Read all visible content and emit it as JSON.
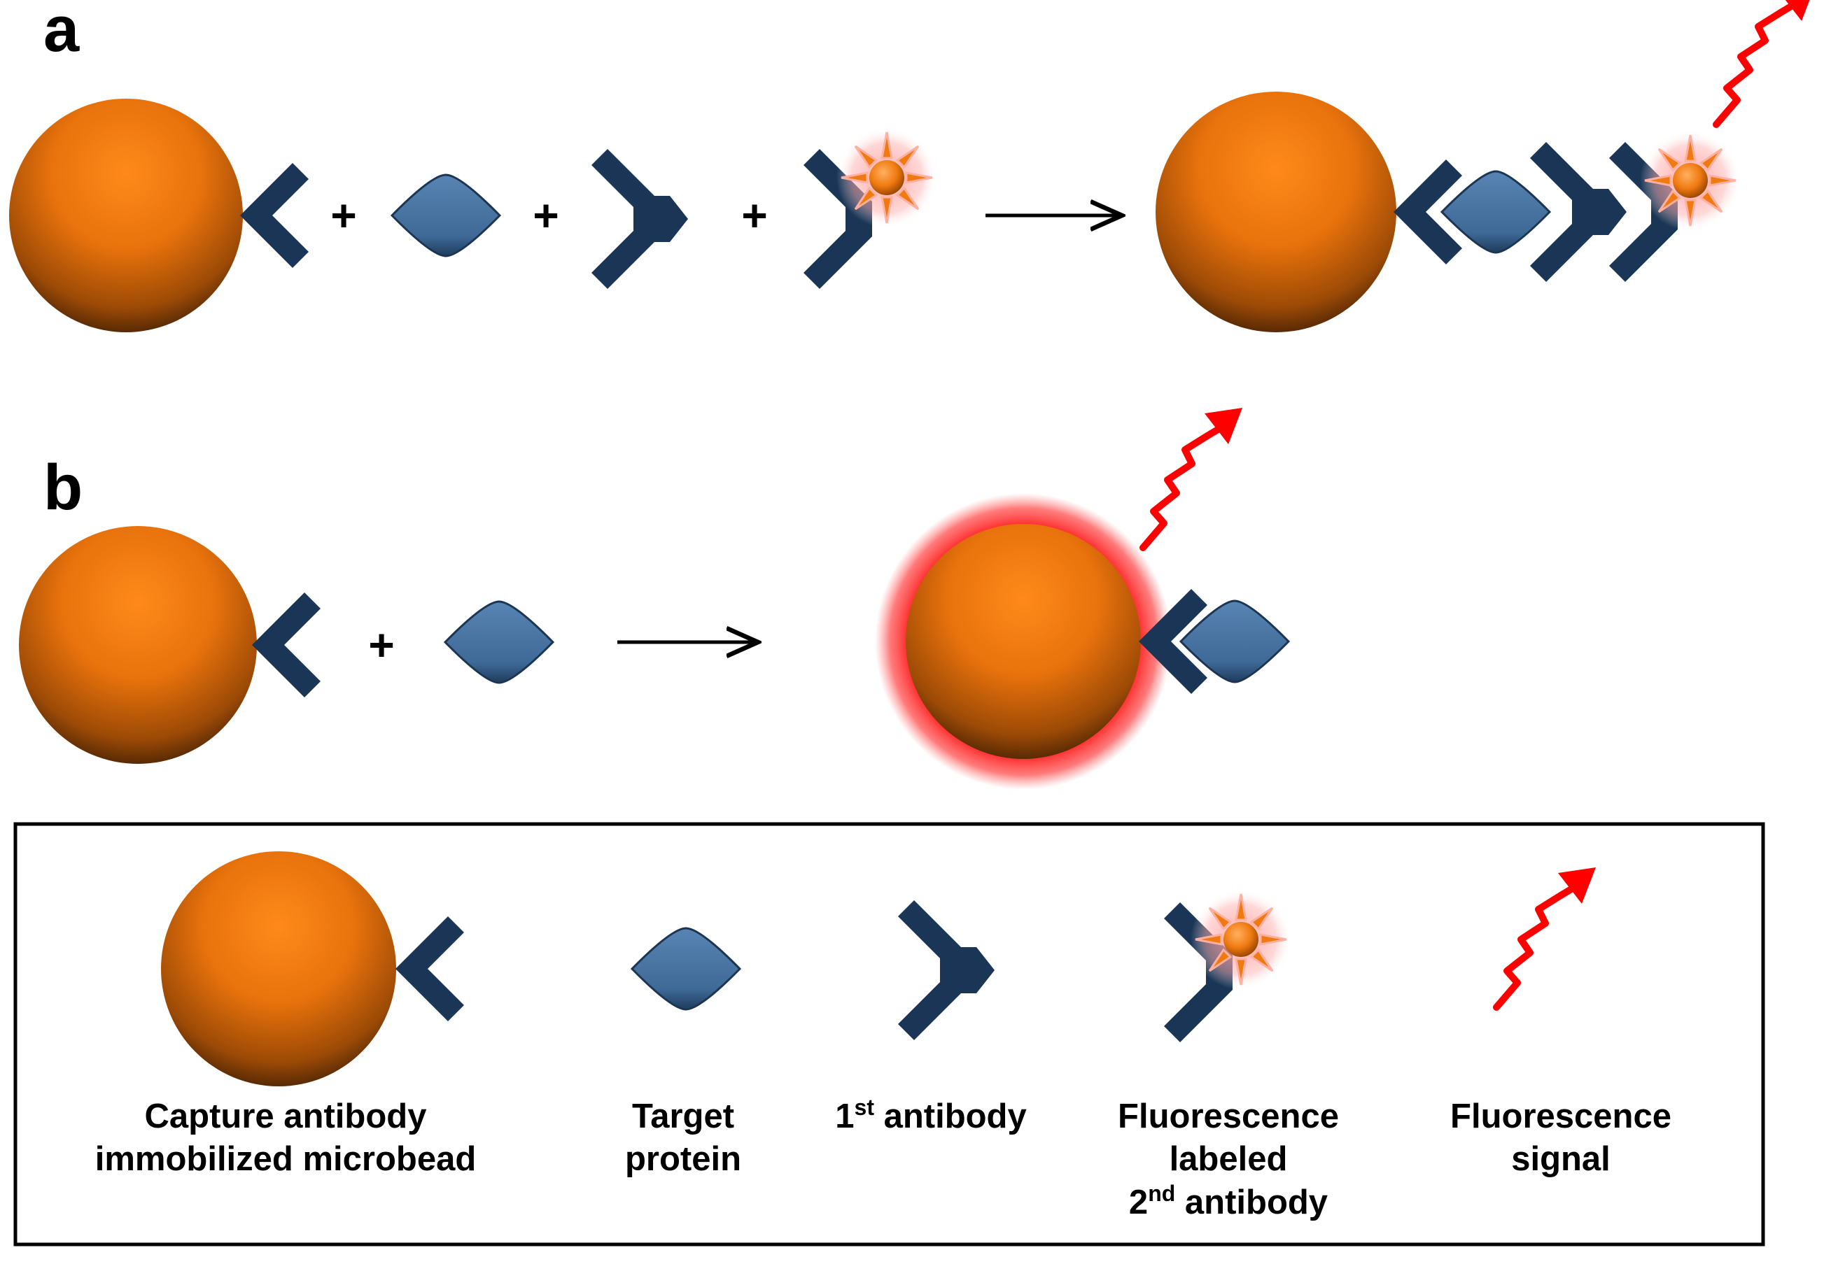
{
  "panels": {
    "a": "a",
    "b": "b"
  },
  "plus": "+",
  "legend": {
    "bead": {
      "line1": "Capture antibody",
      "line2": "immobilized microbead"
    },
    "protein": {
      "line1": "Target",
      "line2": "protein"
    },
    "first": {
      "prefix": "1",
      "sup": "st",
      "suffix": " antibody"
    },
    "second": {
      "line1": "Fluorescence",
      "line2": "labeled",
      "prefix": "2",
      "sup": "nd",
      "suffix": " antibody"
    },
    "signal": {
      "line1": "Fluorescence",
      "line2": "signal"
    }
  },
  "colors": {
    "bead": "#e8720c",
    "antibody": "#1a3556",
    "protein": "#45709e",
    "signal": "#ff0000",
    "glow": "#ff4d4d"
  },
  "icons": [
    "microbead",
    "capture-antibody",
    "target-protein",
    "first-antibody",
    "labeled-second-antibody",
    "fluorescence-signal",
    "reaction-arrow"
  ]
}
